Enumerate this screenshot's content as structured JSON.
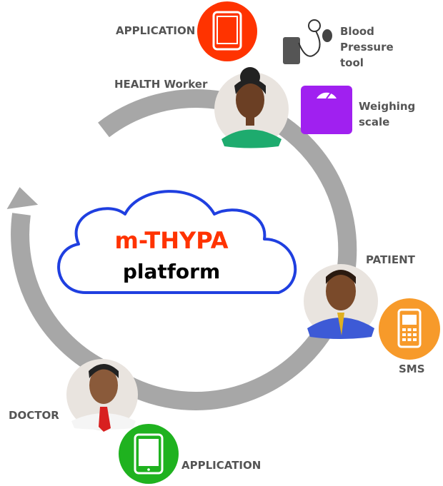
{
  "platform": {
    "title": "m-THYPA",
    "subtitle": "platform"
  },
  "labels": {
    "application_top": "APPLICATION",
    "health_worker": "HEALTH Worker",
    "bp_line1": "Blood",
    "bp_line2": "Pressure",
    "bp_line3": "tool",
    "weigh_line1": "Weighing",
    "weigh_line2": "scale",
    "patient": "PATIENT",
    "sms": "SMS",
    "doctor": "DOCTOR",
    "application_bottom": "APPLICATION"
  },
  "colors": {
    "cycle_arrow": "#a7a7a7",
    "cloud_border": "#1f3fe0",
    "title_red": "#ff3300",
    "app_top": "#ff3300",
    "weighing": "#a020f0",
    "sms": "#f79a2a",
    "app_bottom": "#1fb21f",
    "label_gray": "#555555"
  },
  "icons": [
    "tablet-icon",
    "blood-pressure-icon",
    "weighing-scale-icon",
    "mobile-phone-icon"
  ]
}
